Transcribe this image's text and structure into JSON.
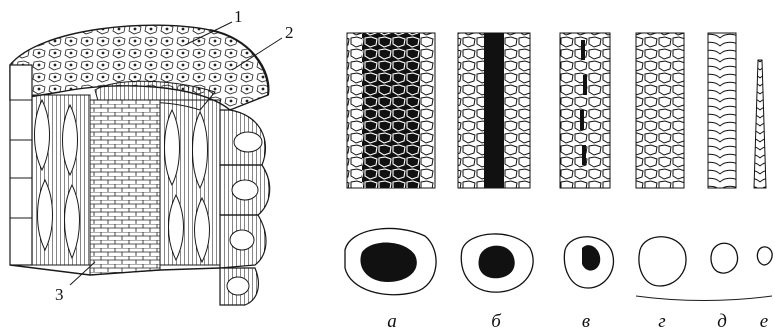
{
  "left_figure": {
    "callouts": [
      "1",
      "2",
      "3"
    ]
  },
  "right_figure": {
    "variant_labels": [
      "а",
      "б",
      "в",
      "г",
      "д",
      "е"
    ]
  },
  "colors": {
    "ink": "#1a1a1a",
    "background": "#ffffff"
  }
}
